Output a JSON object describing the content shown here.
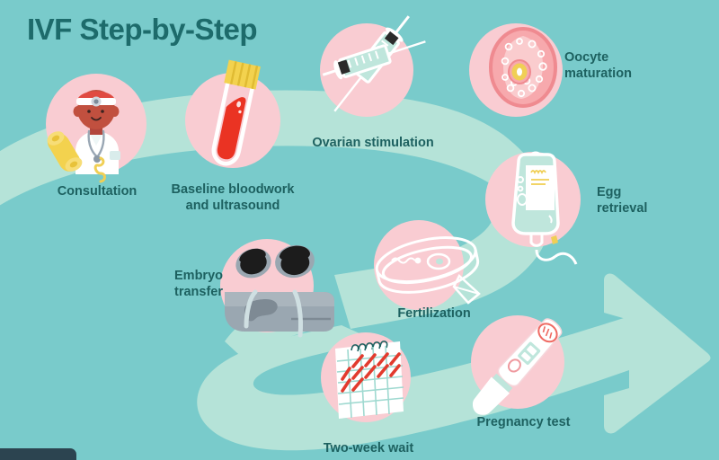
{
  "page": {
    "title": "IVF Step-by-Step",
    "background_color": "#79cbcb",
    "ribbon_color": "#b5e3d8",
    "circle_color": "#f9ccd2",
    "text_color": "#1d6160",
    "title_color": "#1d6b6b"
  },
  "steps": [
    {
      "id": "consultation",
      "label": "Consultation",
      "icon": "doctor-phone-icon",
      "order": 1
    },
    {
      "id": "baseline-bloodwork",
      "label": "Baseline bloodwork\nand ultrasound",
      "icon": "blood-test-tube-icon",
      "order": 2
    },
    {
      "id": "ovarian-stimulation",
      "label": "Ovarian stimulation",
      "icon": "syringes-icon",
      "order": 3
    },
    {
      "id": "oocyte-maturation",
      "label": "Oocyte\nmaturation",
      "icon": "ovarian-follicle-icon",
      "order": 4
    },
    {
      "id": "egg-retrieval",
      "label": "Egg\nretrieval",
      "icon": "iv-bag-icon",
      "order": 5
    },
    {
      "id": "fertilization",
      "label": "Fertilization",
      "icon": "petri-dish-icon",
      "order": 6
    },
    {
      "id": "embryo-transfer",
      "label": "Embryo\ntransfer",
      "icon": "exam-table-stirrups-icon",
      "order": 7
    },
    {
      "id": "two-week-wait",
      "label": "Two-week wait",
      "icon": "calendar-icon",
      "order": 8
    },
    {
      "id": "pregnancy-test",
      "label": "Pregnancy test",
      "icon": "pregnancy-test-icon",
      "order": 9
    }
  ],
  "flow": {
    "arrow_icon": "right-arrow-icon",
    "arrow_color": "#b5e3d8"
  },
  "watermark": {
    "bar_color": "#2c4450"
  }
}
